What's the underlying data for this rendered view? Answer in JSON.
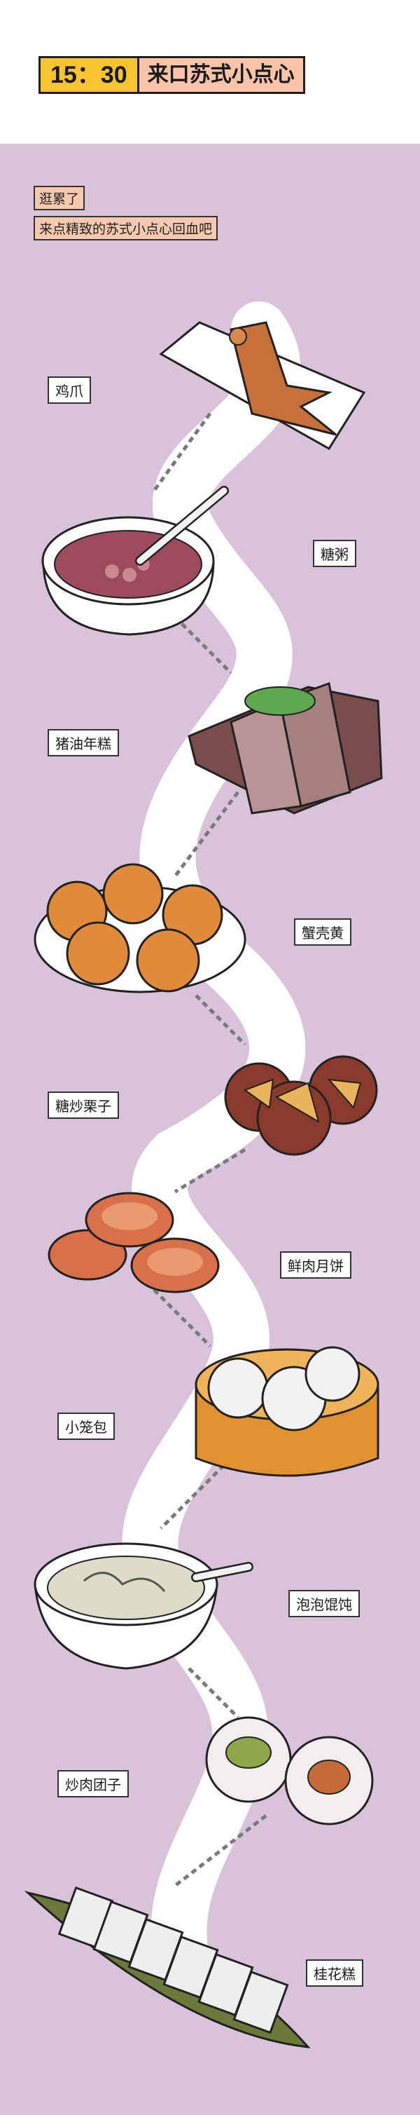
{
  "header": {
    "time": "15：30",
    "title": "来口苏式小点心"
  },
  "intro": {
    "line1": "逛累了",
    "line2": "来点精致的苏式小点心回血吧"
  },
  "foods": [
    {
      "label": "鸡爪",
      "icon": "chicken-feet-icon"
    },
    {
      "label": "糖粥",
      "icon": "sweet-porridge-icon"
    },
    {
      "label": "猪油年糕",
      "icon": "lard-rice-cake-icon"
    },
    {
      "label": "蟹壳黄",
      "icon": "crab-shell-pastry-icon"
    },
    {
      "label": "糖炒栗子",
      "icon": "roasted-chestnuts-icon"
    },
    {
      "label": "鲜肉月饼",
      "icon": "meat-mooncake-icon"
    },
    {
      "label": "小笼包",
      "icon": "soup-dumpling-icon"
    },
    {
      "label": "泡泡馄饨",
      "icon": "wonton-soup-icon"
    },
    {
      "label": "炒肉团子",
      "icon": "stuffed-rice-ball-icon"
    },
    {
      "label": "桂花糕",
      "icon": "osmanthus-cake-icon"
    }
  ],
  "colors": {
    "panel": "#d9c3da",
    "title_time": "#f5c430",
    "title_text": "#f9c4a7",
    "label_bg": "#ffffff"
  }
}
